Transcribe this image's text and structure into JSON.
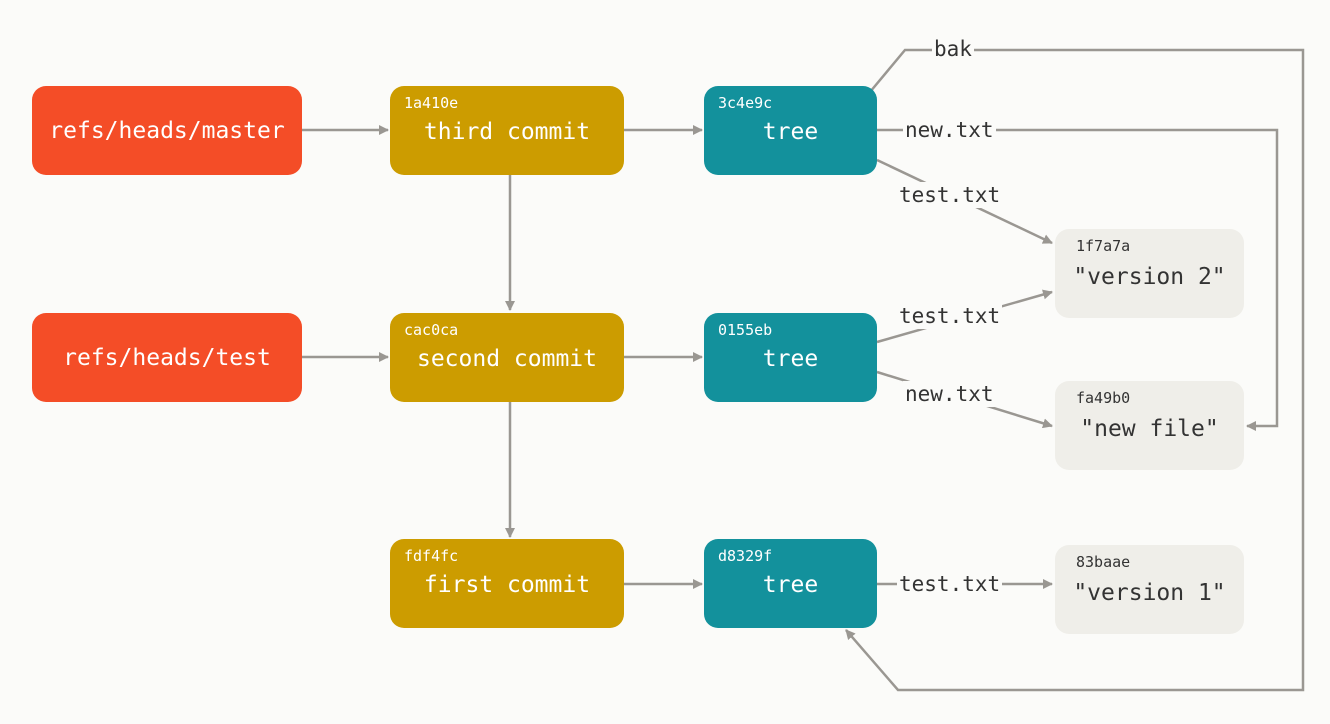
{
  "refs": {
    "master": "refs/heads/master",
    "test": "refs/heads/test"
  },
  "commits": [
    {
      "sha": "1a410e",
      "message": "third commit"
    },
    {
      "sha": "cac0ca",
      "message": "second commit"
    },
    {
      "sha": "fdf4fc",
      "message": "first commit"
    }
  ],
  "trees": [
    {
      "sha": "3c4e9c",
      "label": "tree"
    },
    {
      "sha": "0155eb",
      "label": "tree"
    },
    {
      "sha": "d8329f",
      "label": "tree"
    }
  ],
  "blobs": [
    {
      "sha": "1f7a7a",
      "content": "\"version 2\""
    },
    {
      "sha": "fa49b0",
      "content": "\"new file\""
    },
    {
      "sha": "83baae",
      "content": "\"version 1\""
    }
  ],
  "edge_labels": {
    "bak": "bak",
    "tree1_new": "new.txt",
    "tree1_test": "test.txt",
    "tree2_test": "test.txt",
    "tree2_new": "new.txt",
    "tree3_test": "test.txt"
  },
  "colors": {
    "ref": "#f44d27",
    "commit": "#cc9c00",
    "tree": "#13919c",
    "blob": "#efeee9",
    "arrow": "#9a9792"
  }
}
